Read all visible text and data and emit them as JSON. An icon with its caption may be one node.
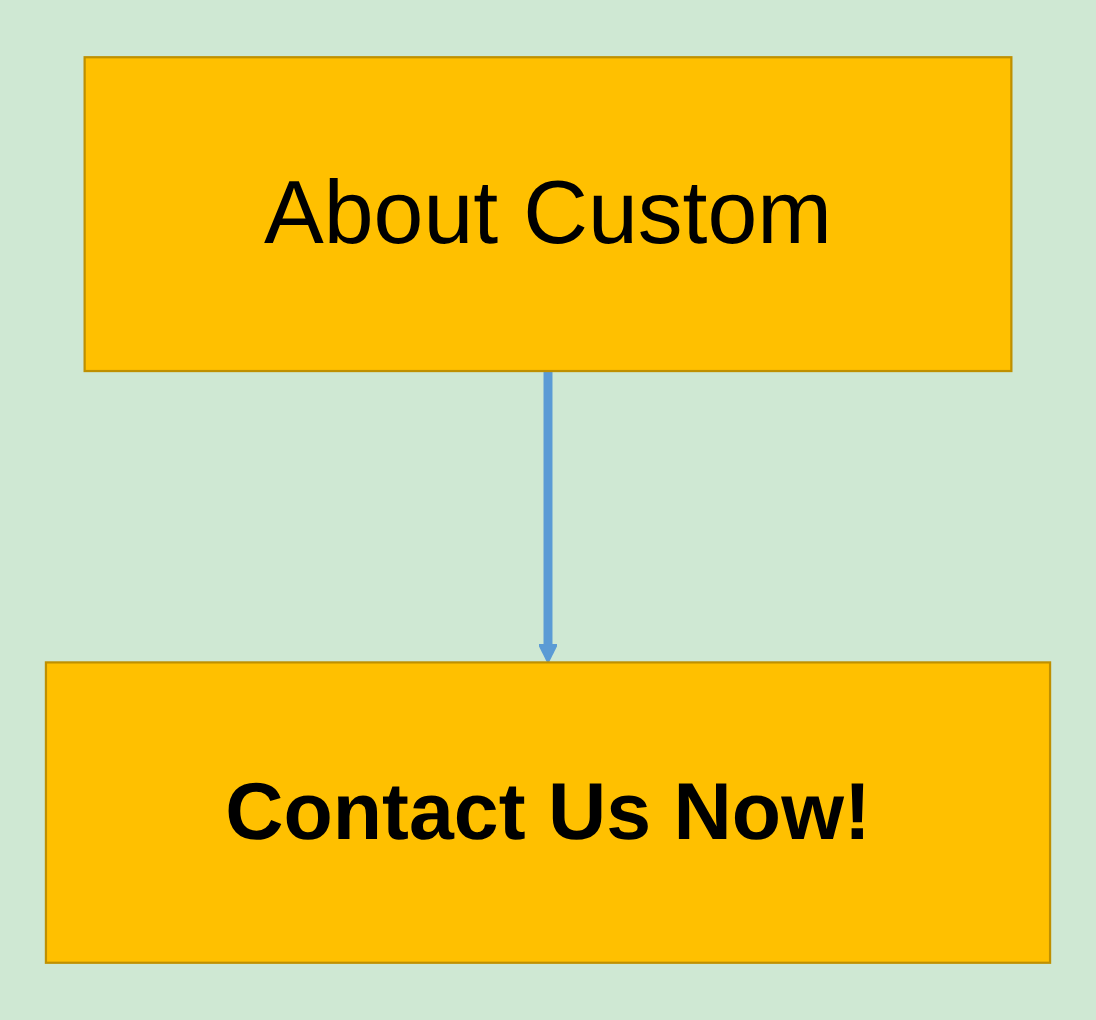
{
  "diagram": {
    "nodes": [
      {
        "text": [
          "About Custom"
        ]
      },
      {
        "text": [
          "Contact Us Now!"
        ]
      }
    ],
    "edges": [
      {
        "from": 0,
        "to": 1,
        "arrow": "to",
        "color": "#5b9bd5"
      }
    ]
  }
}
